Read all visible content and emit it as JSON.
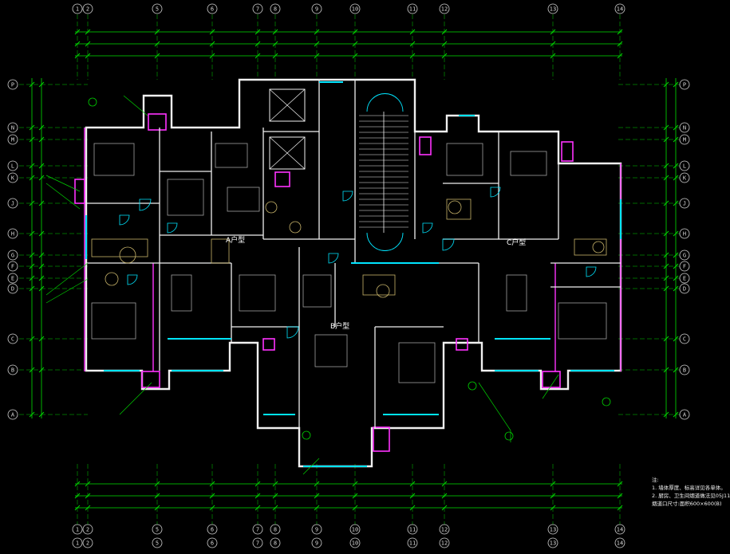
{
  "colors": {
    "background": "#000000",
    "wall": "#f0f0f0",
    "grid": "#00d000",
    "dim": "#00e000",
    "window": "#00e5ff",
    "accent": "#ff33ff",
    "fixture": "#c8b46a",
    "furniture": "#a0a0a0",
    "text": "#e0e0e0"
  },
  "grid_axes": {
    "top": [
      "1",
      "2",
      "5",
      "6",
      "7",
      "8",
      "9",
      "10",
      "11",
      "12",
      "13",
      "14"
    ],
    "bottom": [
      "1",
      "2",
      "5",
      "6",
      "7",
      "8",
      "9",
      "10",
      "11",
      "12",
      "13",
      "14"
    ],
    "left": [
      "P",
      "N",
      "M",
      "L",
      "K",
      "J",
      "H",
      "G",
      "F",
      "E",
      "D",
      "C",
      "B",
      "A"
    ],
    "right": [
      "P",
      "N",
      "M",
      "L",
      "K",
      "J",
      "H",
      "G",
      "F",
      "E",
      "D",
      "C",
      "B",
      "A"
    ]
  },
  "unit_labels": {
    "a": "A户型",
    "b": "B户型",
    "c": "C户型"
  },
  "notes": {
    "heading": "注:",
    "line1": "1. 墙体厚度、标高详见各单体。",
    "line2": "2. 厨房、卫生间烟道做法见05J11",
    "line3": "烟道口尺寸:面积600×600(B)"
  }
}
